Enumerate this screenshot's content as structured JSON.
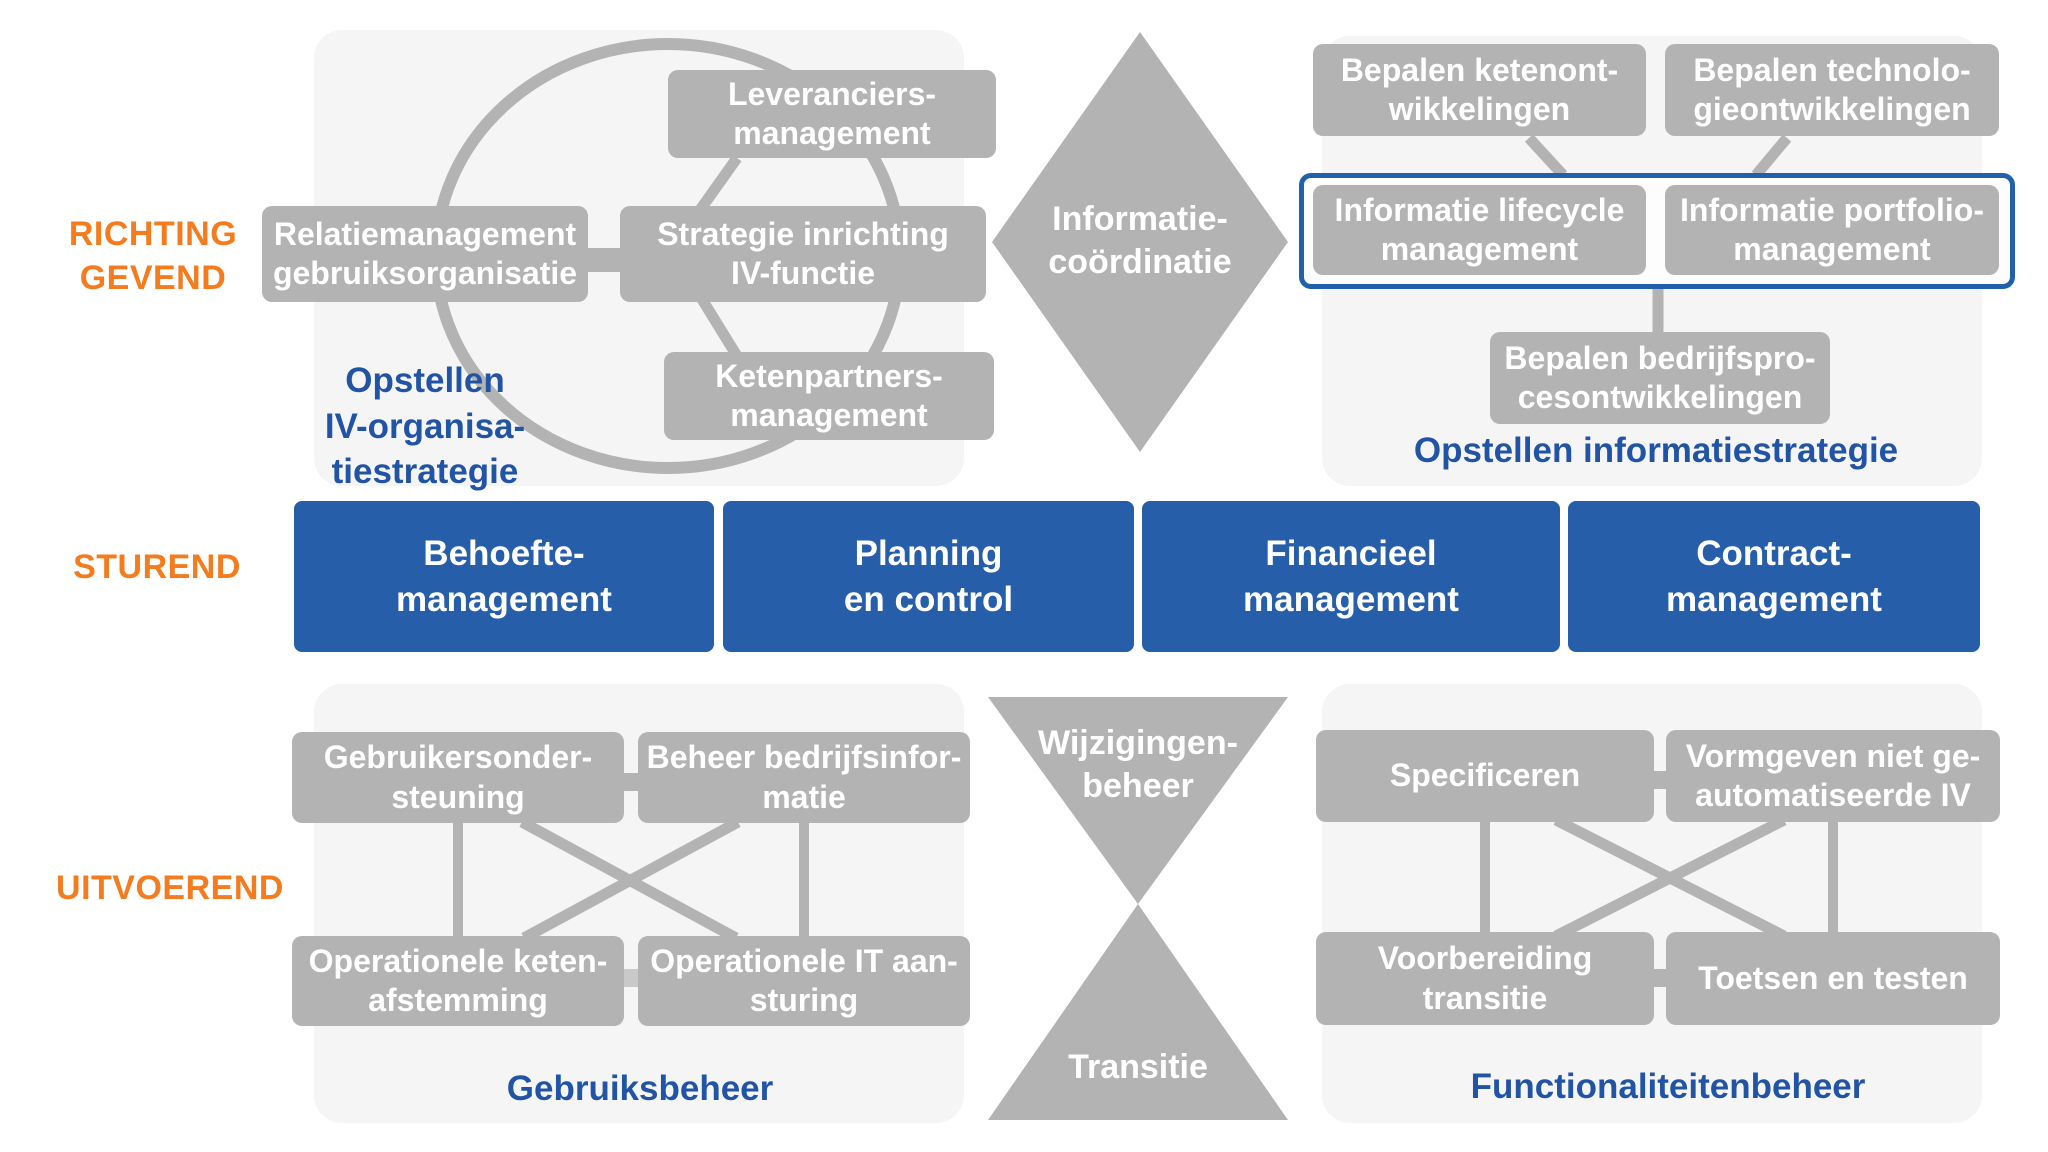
{
  "row_labels": {
    "top": "RICHTING\nGEVEND",
    "middle": "STUREND",
    "bottom": "UITVOEREND"
  },
  "top_left": {
    "leveranciers": "Leveranciers-\nmanagement",
    "relatie": "Relatiemanagement\ngebruiksorganisatie",
    "strategie": "Strategie inrichting\nIV-functie",
    "ketenpartners": "Ketenpartners-\nmanagement",
    "caption": "Opstellen\nIV-organisa-\ntiestrategie"
  },
  "diamond": {
    "label": "Informatie-\ncoördinatie"
  },
  "top_right": {
    "bepalen_keten": "Bepalen ketenont-\nwikkelingen",
    "bepalen_technologie": "Bepalen technolo-\ngieontwikkelingen",
    "informatie_lifecycle": "Informatie lifecycle\nmanagement",
    "informatie_portfolio": "Informatie portfolio-\nmanagement",
    "bepalen_bedrijfsproces": "Bepalen bedrijfspro-\ncesontwikkelingen",
    "caption": "Opstellen informatiestrategie"
  },
  "sturend_boxes": [
    {
      "label": "Behoefte-\nmanagement"
    },
    {
      "label": "Planning\nen control"
    },
    {
      "label": "Financieel\nmanagement"
    },
    {
      "label": "Contract-\nmanagement"
    }
  ],
  "bottom_left": {
    "gebruikersondersteuning": "Gebruikersonder-\nsteuning",
    "beheer_bedrijfsinformatie": "Beheer bedrijfsinfor-\nmatie",
    "operationele_ketenafstemming": "Operationele keten-\nafstemming",
    "operationele_it_aansturing": "Operationele IT aan-\nsturing",
    "caption": "Gebruiksbeheer"
  },
  "hourglass": {
    "top": "Wijzigingen-\nbeheer",
    "bottom": "Transitie"
  },
  "bottom_right": {
    "specificeren": "Specificeren",
    "vormgeven": "Vormgeven niet ge-\nautomatiseerde IV",
    "voorbereiding": "Voorbereiding\ntransitie",
    "toetsen": "Toetsen en testen",
    "caption": "Functionaliteitenbeheer"
  },
  "colors": {
    "gray_box": "#b3b3b3",
    "blue_box": "#265ea9",
    "outline_blue": "#2160ab",
    "orange_label": "#f47c1f",
    "caption_blue": "#2254a5",
    "panel_bg": "#f5f5f6",
    "box_text": "#ffffff"
  }
}
